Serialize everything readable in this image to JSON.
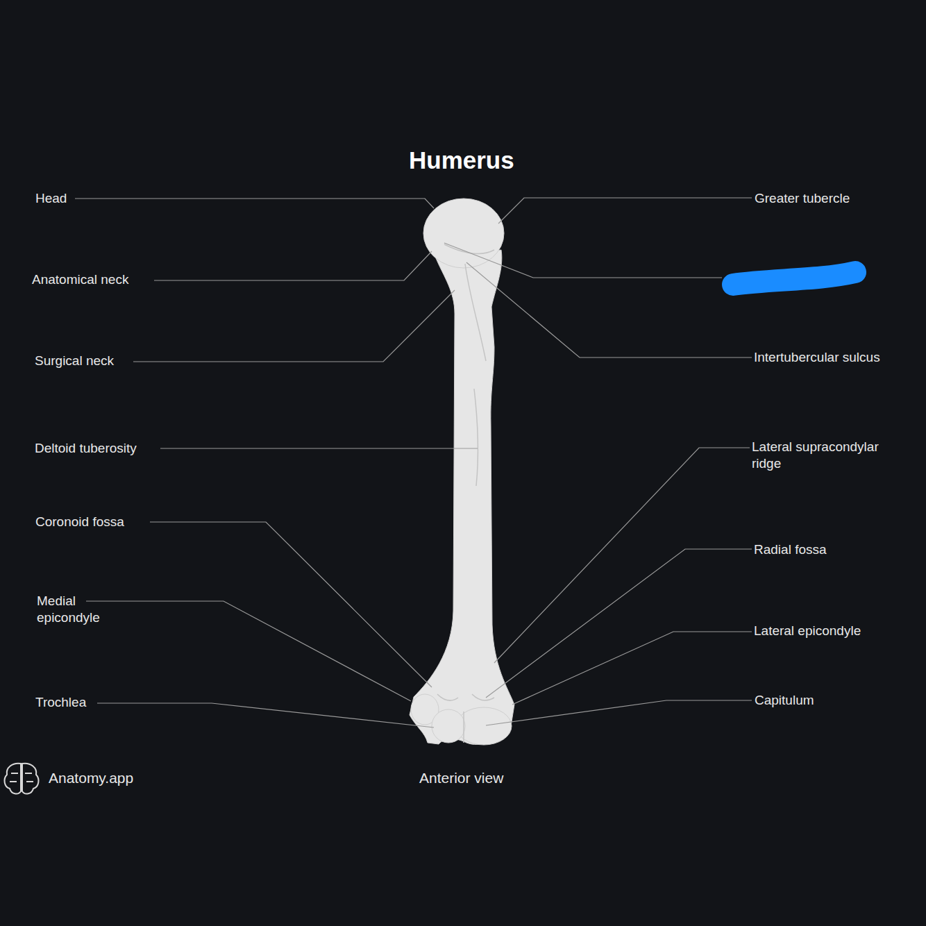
{
  "diagram": {
    "title": "Humerus",
    "caption": "Anterior view",
    "labels": [
      "Head",
      "Anatomical neck",
      "Surgical neck",
      "Deltoid tuberosity",
      "Coronoid fossa",
      "Medial epicondyle",
      "Trochlea",
      "Greater tubercle",
      "Intertubercular sulcus",
      "Lateral supracondylar ridge",
      "Radial fossa",
      "Lateral epicondyle",
      "Capitulum",
      "Anatomy.app"
    ]
  }
}
